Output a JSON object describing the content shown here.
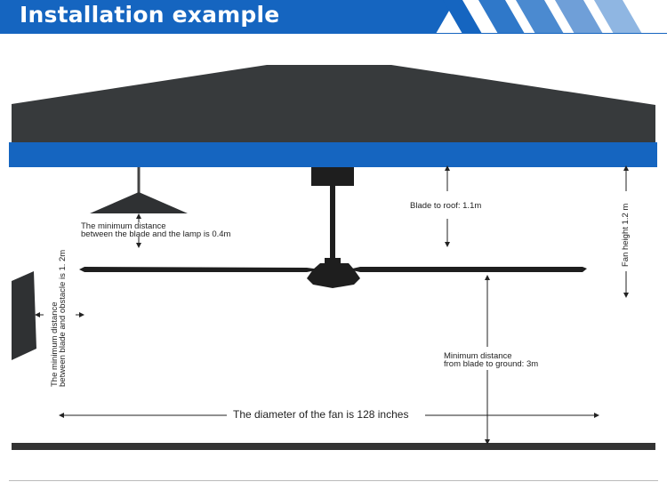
{
  "header": {
    "title": "Installation example",
    "color": "#1565c0"
  },
  "colors": {
    "roof": "#373a3c",
    "beam": "#1565c0",
    "fan": "#1e1e1e",
    "floor": "#333333",
    "arrow": "#222222",
    "stripe": "#6f9fd8"
  },
  "labels": {
    "lamp_line1": "The minimum distance",
    "lamp_line2": "between the blade and the lamp is 0.4m",
    "blade_to_roof": "Blade to roof: 1.1m",
    "fan_height": "Fan height 1.2 m",
    "obstacle_line1": "The minimum distance",
    "obstacle_line2": "between blade and obstacle is 1. 2m",
    "ground_line1": "Minimum distance",
    "ground_line2": "from blade to ground: 3m",
    "diameter": "The diameter of the fan is 128 inches"
  }
}
